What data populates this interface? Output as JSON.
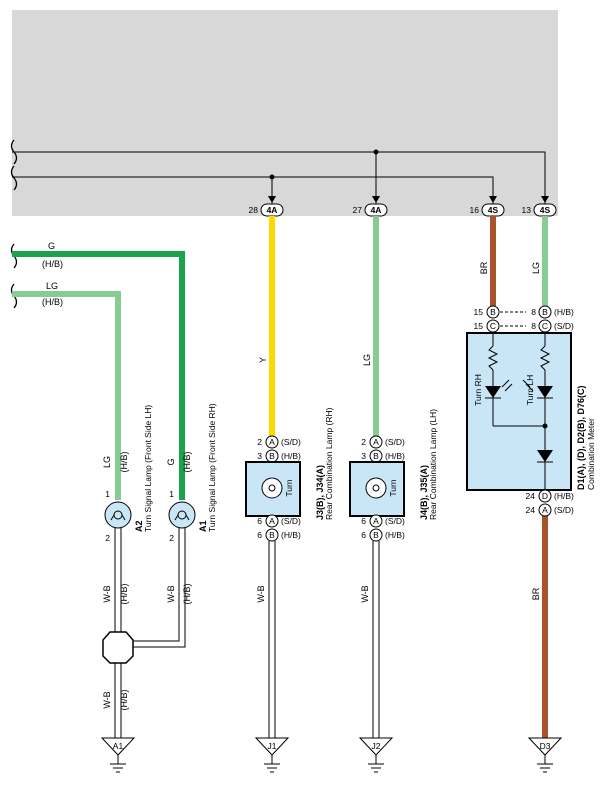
{
  "wires": {
    "upper_left": {
      "color": "G",
      "variant": "(H/B)"
    },
    "lower_left": {
      "color": "LG",
      "variant": "(H/B)"
    },
    "y": "Y",
    "lg": "LG",
    "br": "BR",
    "wb": "W-B",
    "variant_hb": "(H/B)",
    "variant_sd": "(S/D)",
    "g_vertical": "G",
    "lg_vertical": "LG"
  },
  "connectors": {
    "c1": {
      "pin": "28",
      "id": "4A"
    },
    "c2": {
      "pin": "27",
      "id": "4A"
    },
    "c3": {
      "pin": "16",
      "id": "4S"
    },
    "c4": {
      "pin": "13",
      "id": "4S"
    }
  },
  "pins": {
    "p1": "1",
    "p2": "2",
    "p3": "3",
    "p6": "6",
    "p8": "8",
    "p15": "15",
    "p24": "24",
    "A": "A",
    "B": "B",
    "C": "C",
    "D": "D"
  },
  "components": {
    "a2": {
      "code": "A2",
      "name": "Turn Signal Lamp (Front Side LH)"
    },
    "a1": {
      "code": "A1",
      "name": "Turn Signal Lamp (Front Side RH)"
    },
    "rear_rh": {
      "code": "J3(B), J34(A)",
      "name": "Rear Combination Lamp (RH)",
      "label": "Turn"
    },
    "rear_lh": {
      "code": "J4(B), J35(A)",
      "name": "Rear Combination Lamp (LH)",
      "label": "Turn"
    },
    "meter": {
      "code": "D1(A), (D), D2(B), D76(C)",
      "name": "Combination Meter",
      "turn_rh": "Turn RH",
      "turn_lh": "Turn LH"
    }
  },
  "grounds": [
    "A1",
    "J1",
    "J2",
    "D3"
  ],
  "colors": {
    "background_block": "#d8d8d8",
    "green": "#1aa34a",
    "light_green": "#86cc94",
    "yellow": "#ffd800",
    "brown": "#a8532a",
    "component_fill": "#c9e6f7"
  }
}
